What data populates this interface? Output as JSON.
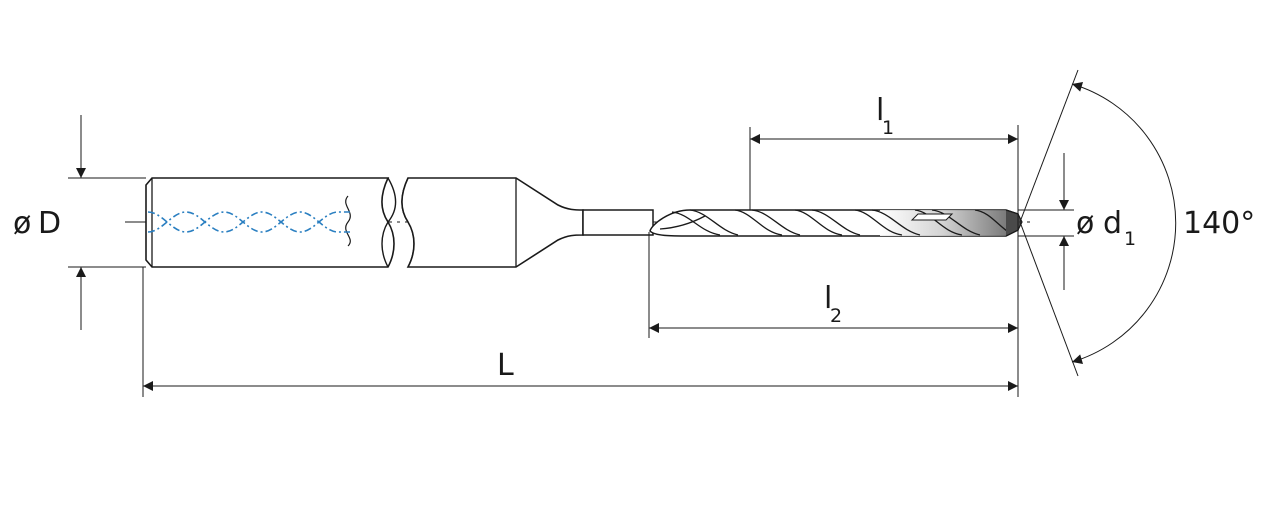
{
  "labels": {
    "shank_dia_symbol": "ø",
    "shank_dia_letter": "D",
    "tip_dia_symbol": "ø",
    "tip_dia_letter": "d",
    "tip_dia_sub": "1",
    "flute_length_letter": "l",
    "flute_length_sub": "1",
    "neck_length_letter": "l",
    "neck_length_sub": "2",
    "overall_length": "L",
    "point_angle": "140°"
  },
  "colors": {
    "line": "#1a1a1a",
    "coolant": "#2a7fc1",
    "tip_shade": "#707070"
  }
}
